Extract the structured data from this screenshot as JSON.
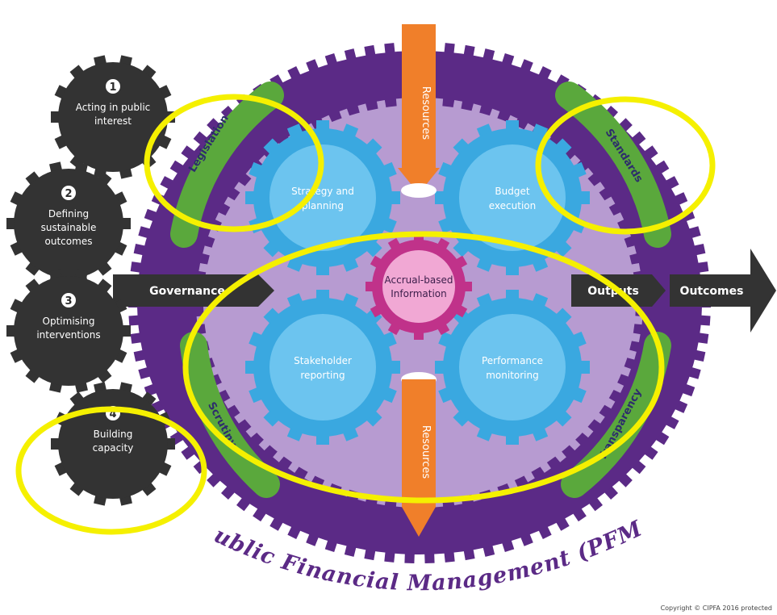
{
  "title": "Public Financial Management (PFM)",
  "copyright": "Copyright © CIPFA 2016 protected",
  "left_gears": [
    {
      "number": "1",
      "line1": "Acting in public",
      "line2": "interest",
      "line3": ""
    },
    {
      "number": "2",
      "line1": "Defining",
      "line2": "sustainable",
      "line3": "outcomes"
    },
    {
      "number": "3",
      "line1": "Optimising",
      "line2": "interventions",
      "line3": ""
    },
    {
      "number": "4",
      "line1": "Building",
      "line2": "capacity",
      "line3": ""
    }
  ],
  "inner_gears": [
    {
      "line1": "Strategy and",
      "line2": "planning"
    },
    {
      "line1": "Budget",
      "line2": "execution"
    },
    {
      "line1": "Stakeholder",
      "line2": "reporting"
    },
    {
      "line1": "Performance",
      "line2": "monitoring"
    }
  ],
  "center_gear": {
    "line1": "Accrual-based",
    "line2": "Information"
  },
  "bands": {
    "top_left": "Legislation",
    "top_right": "Standards",
    "bottom_left": "Scrutiny",
    "bottom_right": "Transparency"
  },
  "resources": {
    "top": "Resources",
    "bottom": "Resources"
  },
  "arrows": {
    "governance": "Governance",
    "outputs": "Outputs",
    "outcomes": "Outcomes"
  },
  "colors": {
    "outer_purple": "#5b2a86",
    "inner_lilac": "#b79bd1",
    "blue_gear": "#3aa8e0",
    "blue_fill": "#6cc4ef",
    "magenta": "#c0328a",
    "center_fill": "#f1a8d4",
    "green": "#5aa83c",
    "orange": "#f07f2a",
    "dark_gear": "#333333",
    "highlight": "#f5f000"
  }
}
